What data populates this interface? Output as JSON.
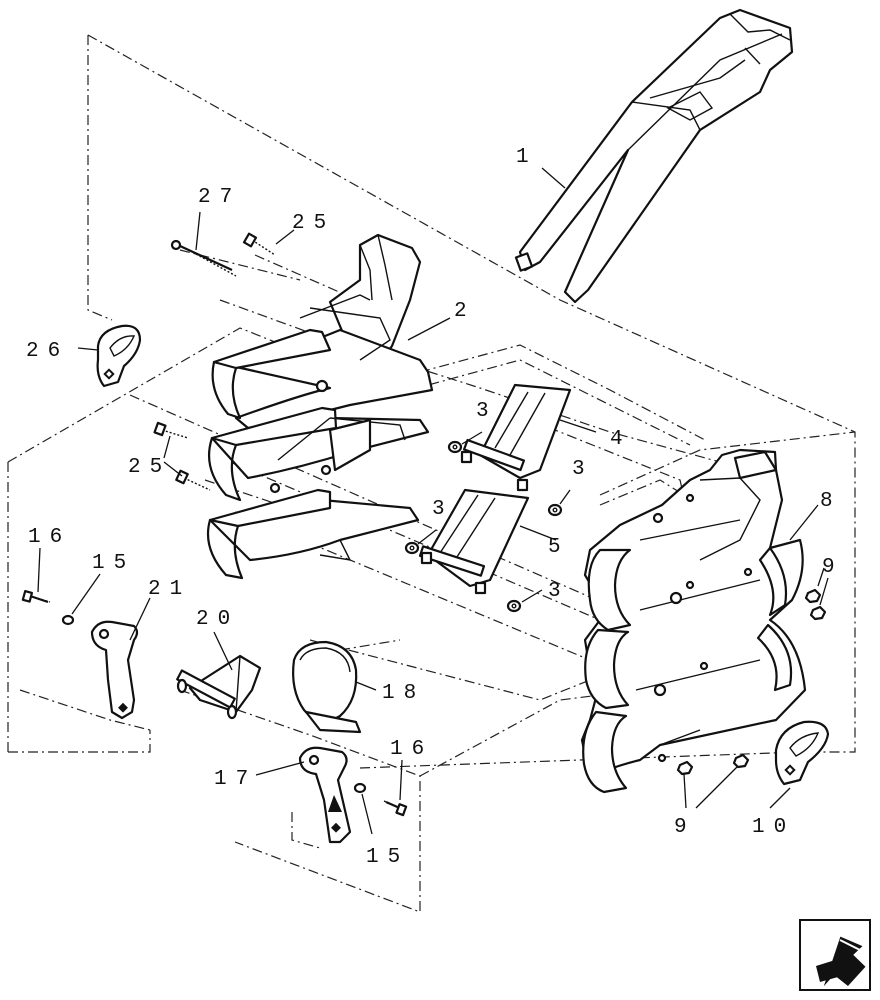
{
  "callouts": {
    "c1": "1",
    "c2": "2",
    "c3a": "3",
    "c3b": "3",
    "c3c": "3",
    "c3d": "3",
    "c4": "4",
    "c5": "5",
    "c8": "8",
    "c9a": "9",
    "c9b": "9",
    "c10": "10",
    "c15a": "15",
    "c15b": "15",
    "c16a": "16",
    "c16b": "16",
    "c17": "17",
    "c18": "18",
    "c20": "20",
    "c21": "21",
    "c25a": "25",
    "c25b": "25",
    "c26": "26",
    "c27": "27"
  },
  "nav_icon": "back-arrow-icon"
}
